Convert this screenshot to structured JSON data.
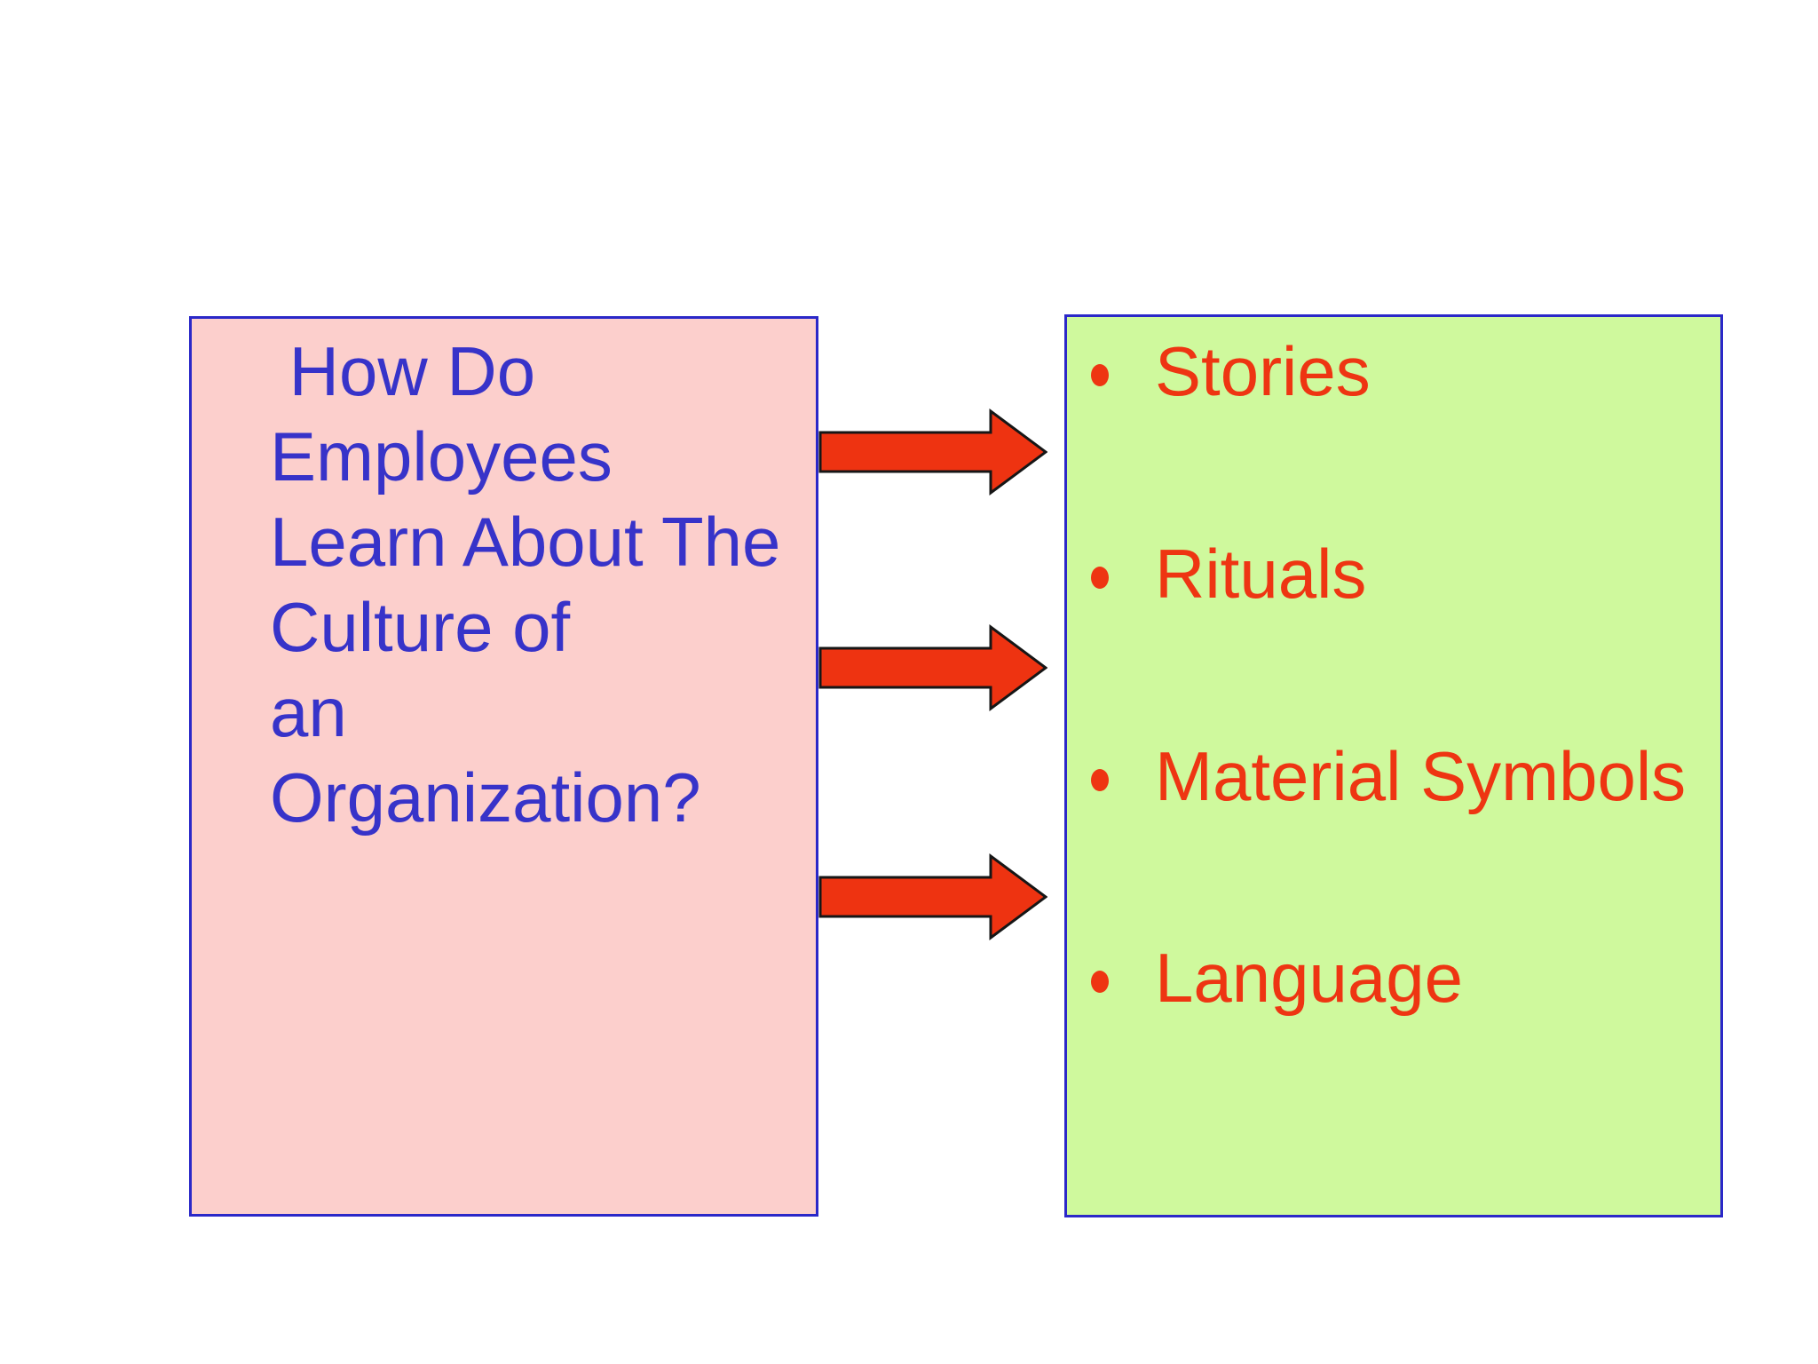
{
  "colors": {
    "slide-bg": "#ffffff",
    "pink-fill": "#FCCFCC",
    "green-fill": "#CFF99D",
    "box-border": "#2B28C8",
    "question-text": "#3733C9",
    "answer-text": "#EE3512",
    "arrow-fill": "#EE3311",
    "arrow-outline": "#161616"
  },
  "slide": {
    "question_box": {
      "full_text": "How Do Employees Learn About The Culture of an Organization?",
      "lines": [
        " How Do",
        "Employees",
        "Learn About The",
        "Culture of",
        "an",
        "Organization?"
      ]
    },
    "answers_box": {
      "items": [
        {
          "label": "Stories"
        },
        {
          "label": "Rituals"
        },
        {
          "label": "Material Symbols"
        },
        {
          "label": "Language"
        }
      ],
      "bullet_glyph": "•"
    },
    "arrows": {
      "direction": "right",
      "count": 3
    }
  }
}
